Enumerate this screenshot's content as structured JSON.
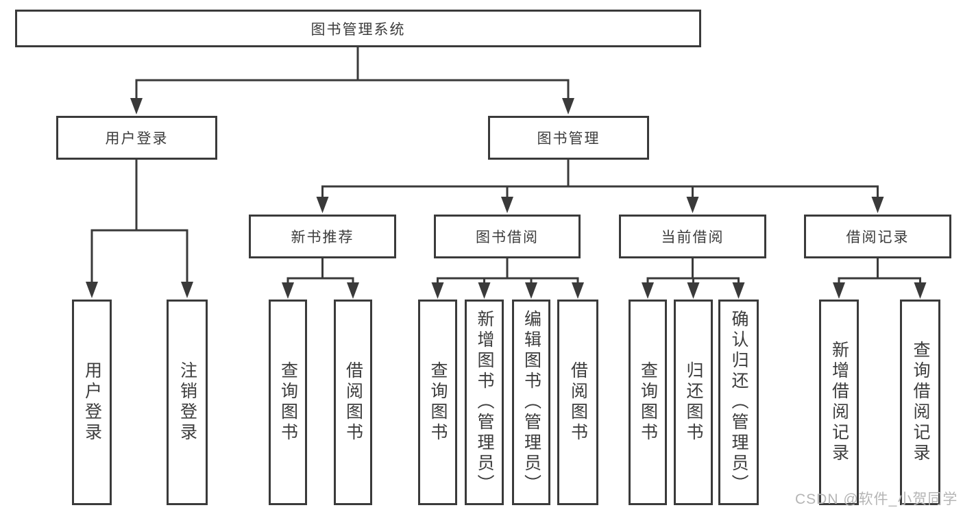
{
  "colors": {
    "line": "#3a3a3a",
    "box_border": "#3a3a3a",
    "box_background": "#ffffff",
    "text": "#3c3c3c",
    "watermark_text": "#b5b5b5"
  },
  "watermark": {
    "text": "CSDN @软件_小贺同学"
  },
  "tree": {
    "label": "图书管理系统",
    "children": [
      {
        "label": "用户登录",
        "children": [
          {
            "label": "用户登录"
          },
          {
            "label": "注销登录"
          }
        ]
      },
      {
        "label": "图书管理",
        "children": [
          {
            "label": "新书推荐",
            "children": [
              {
                "label": "查询图书"
              },
              {
                "label": "借阅图书"
              }
            ]
          },
          {
            "label": "图书借阅",
            "children": [
              {
                "label": "查询图书"
              },
              {
                "label": "新增图书（管理员）"
              },
              {
                "label": "编辑图书（管理员）"
              },
              {
                "label": "借阅图书"
              }
            ]
          },
          {
            "label": "当前借阅",
            "children": [
              {
                "label": "查询图书"
              },
              {
                "label": "归还图书"
              },
              {
                "label": "确认归还（管理员）"
              }
            ]
          },
          {
            "label": "借阅记录",
            "children": [
              {
                "label": "新增借阅记录"
              },
              {
                "label": "查询借阅记录"
              }
            ]
          }
        ]
      }
    ]
  }
}
